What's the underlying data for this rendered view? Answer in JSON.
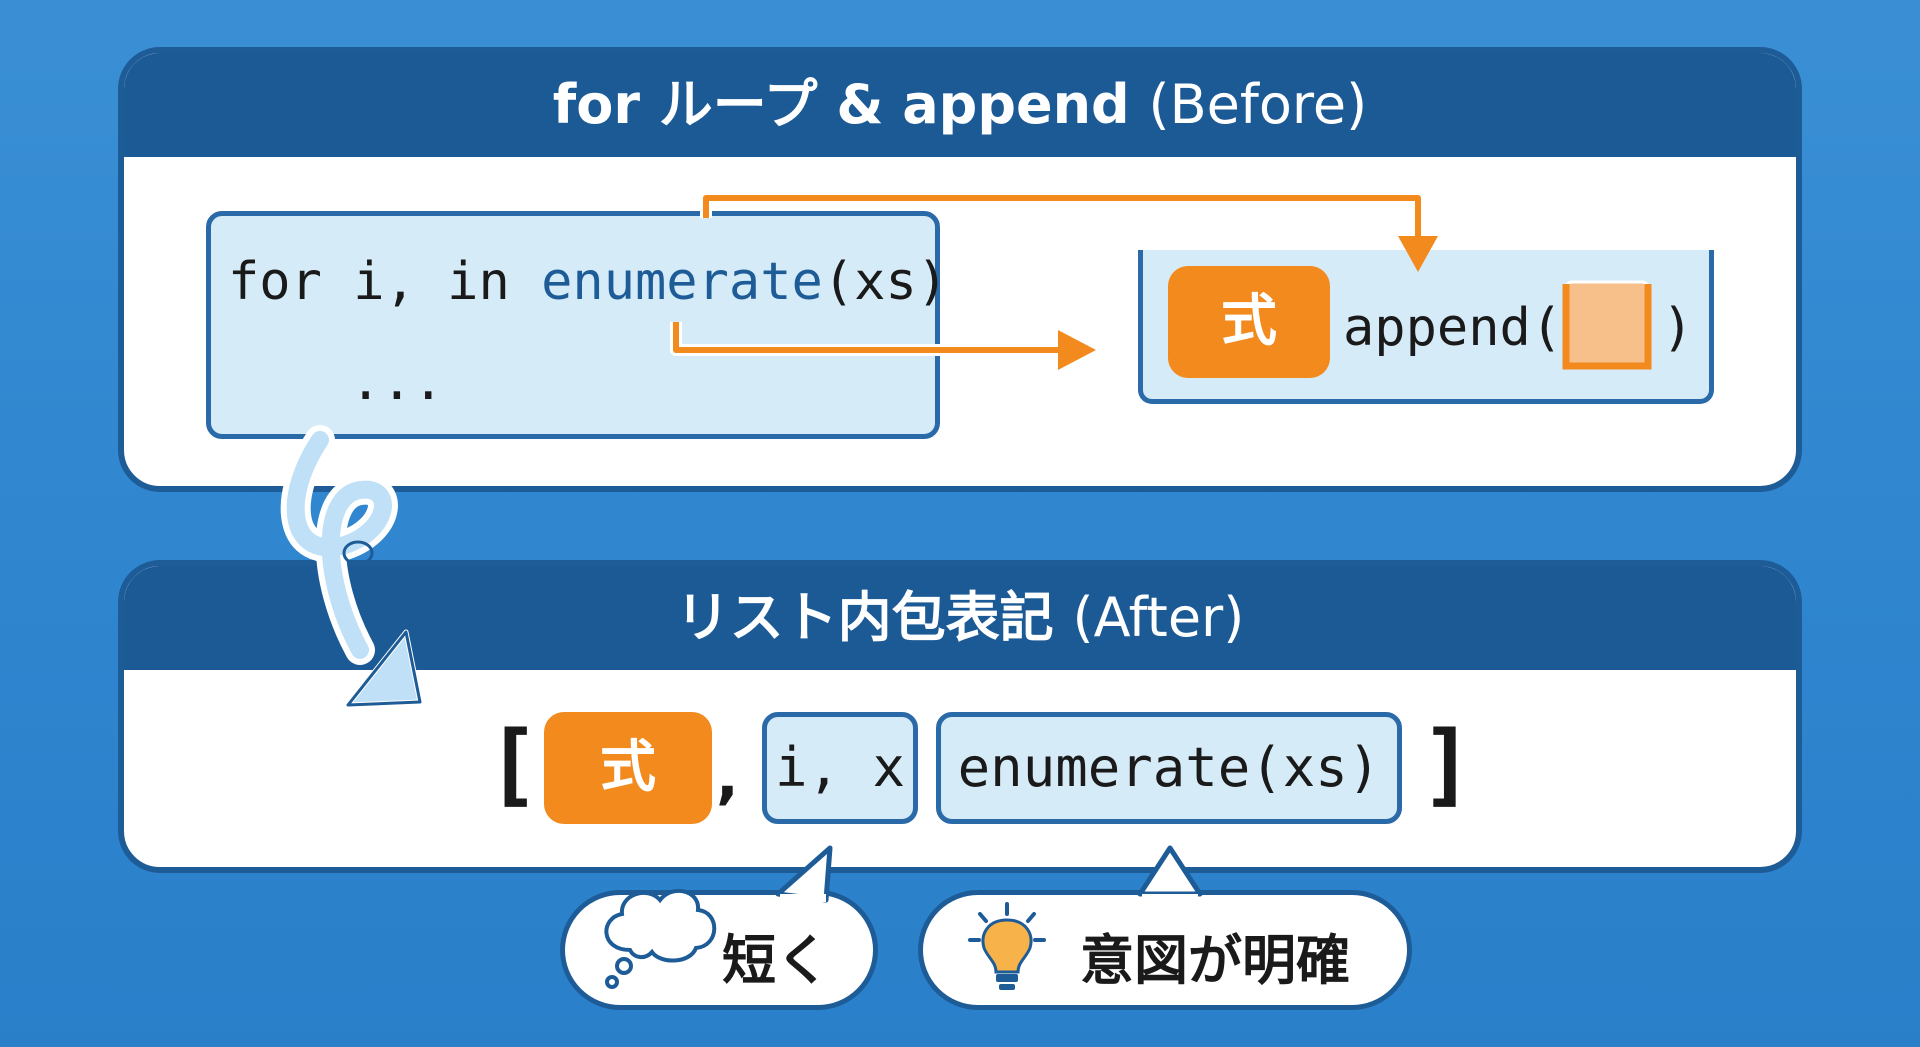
{
  "before": {
    "title_main": "for ループ & append",
    "title_paren": "(Before)",
    "code_line1_prefix": "for i, in ",
    "code_line1_fn": "enumerate",
    "code_line1_suffix": "(xs)",
    "code_line2": "...",
    "expr_label": "式",
    "append_text": "append(",
    "append_close": ")"
  },
  "after": {
    "title_main": "リスト内包表記",
    "title_paren": "(After)",
    "bracket_open": "[",
    "expr_label": "式",
    "comma": ",",
    "vars": "i, x",
    "iter": "enumerate(xs)",
    "bracket_close": "]"
  },
  "benefits": [
    {
      "label": "短く",
      "icon": "thought-cloud-icon"
    },
    {
      "label": "意図が明確",
      "icon": "lightbulb-icon"
    }
  ],
  "colors": {
    "background": "#2f86cf",
    "header": "#1c5a96",
    "accent_orange": "#f28a1e",
    "code_fill": "#d6ebf8"
  }
}
